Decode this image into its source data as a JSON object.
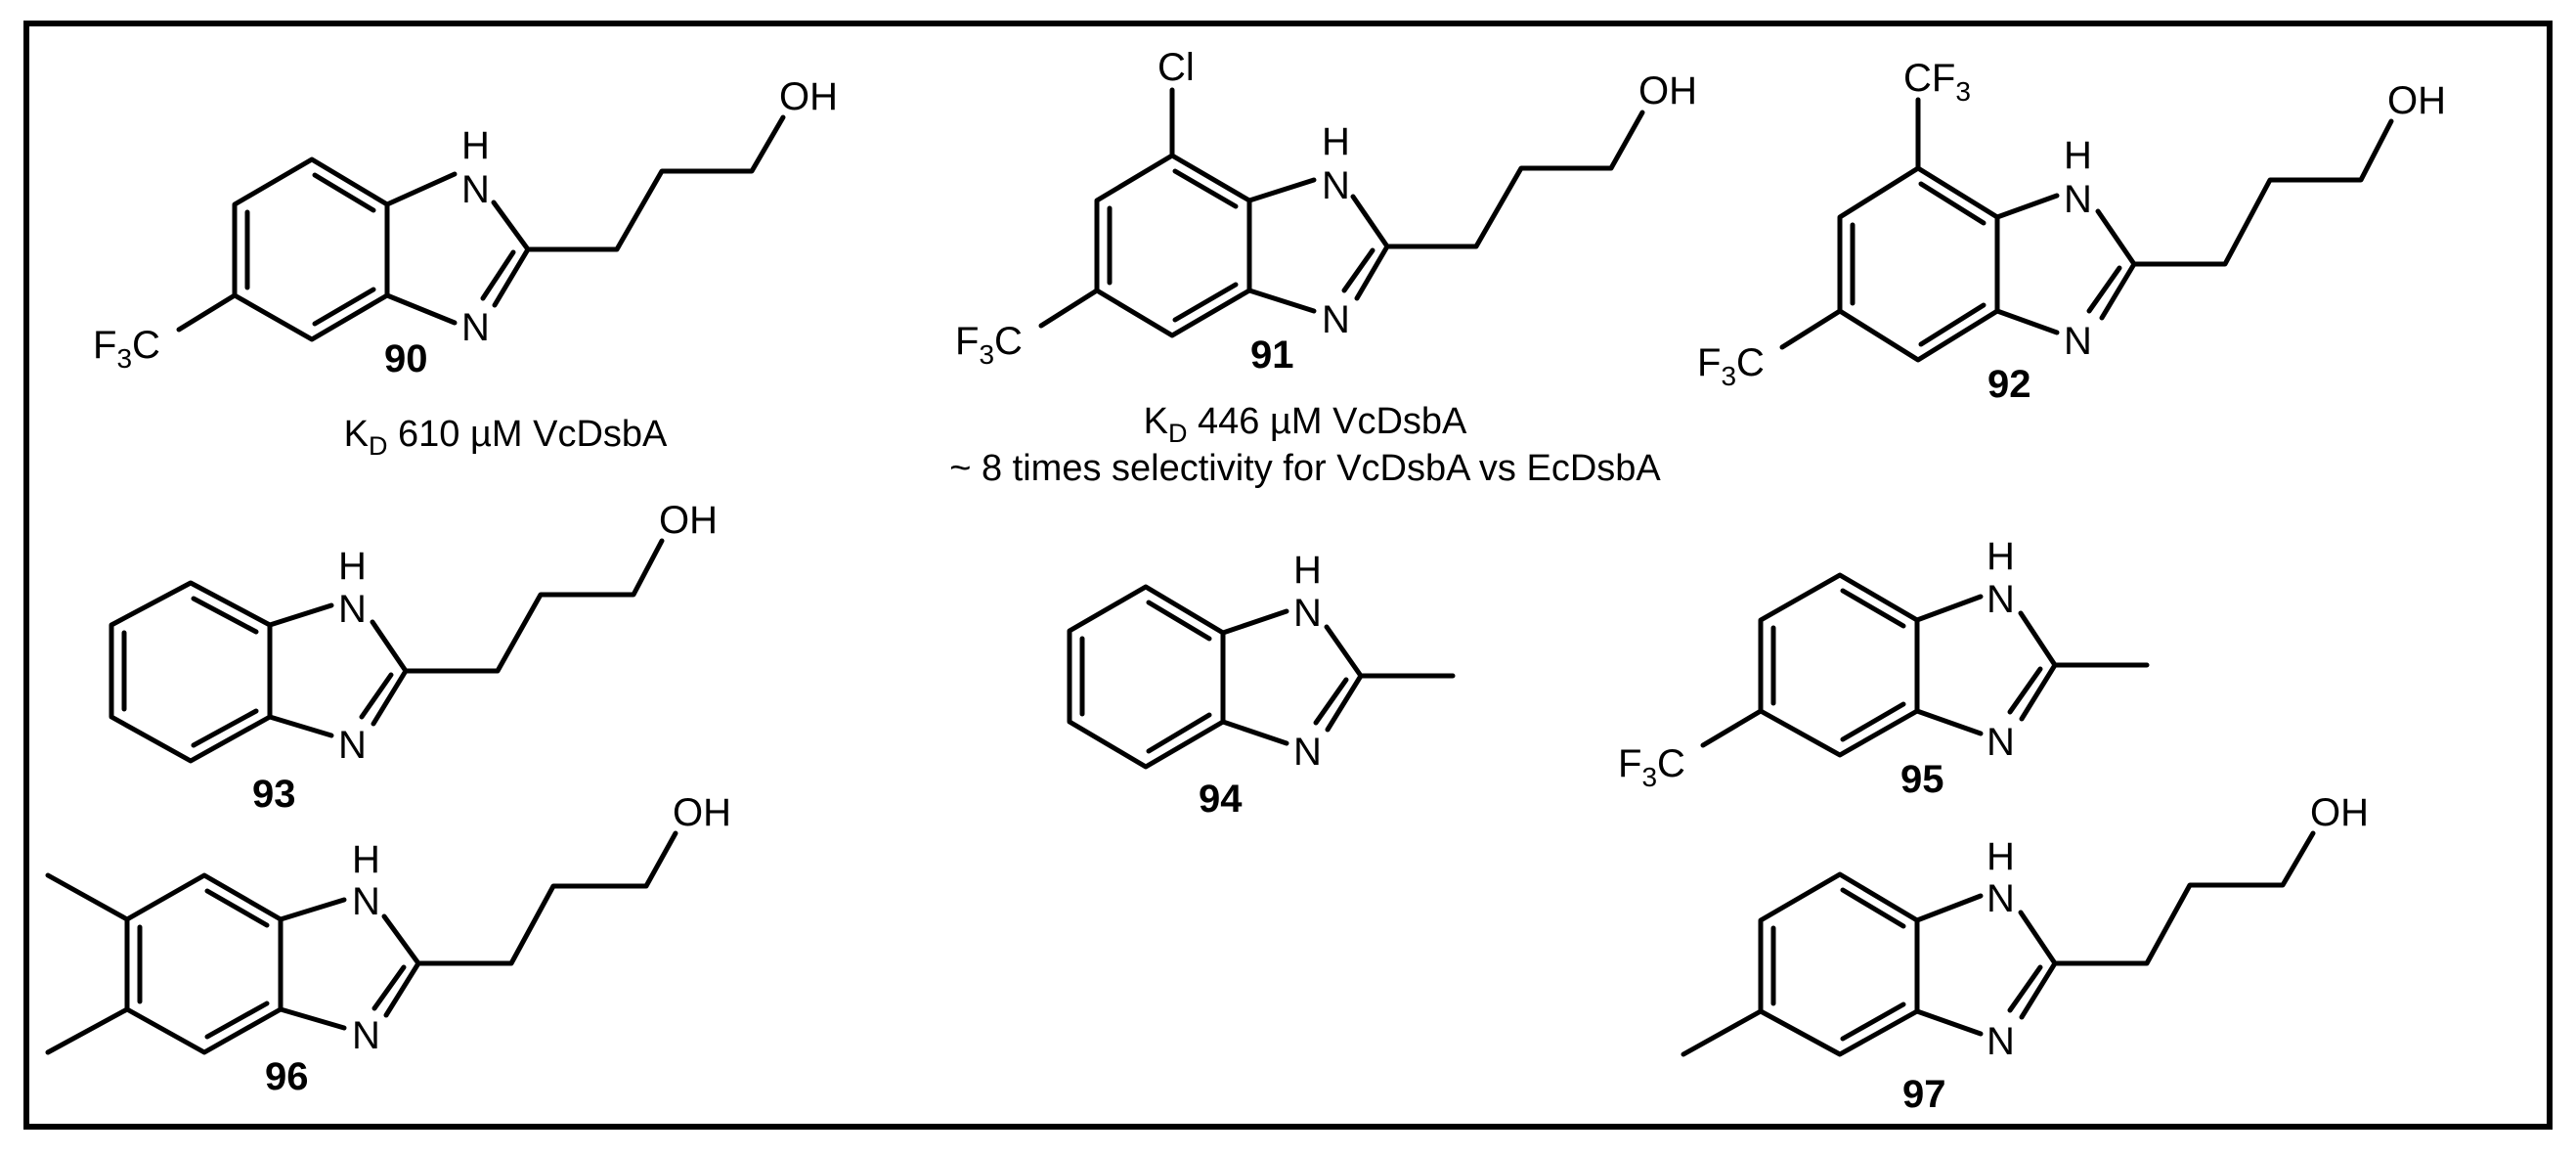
{
  "figure": {
    "type": "chemical-structure-panel",
    "compounds": [
      {
        "id": "90",
        "label": "90",
        "substituents": {
          "c5": "F3C"
        },
        "side_chain": "OH",
        "annotation": {
          "kd_symbol": "K",
          "kd_subscript": "D",
          "kd_value": "610 µM VcDsbA"
        }
      },
      {
        "id": "91",
        "label": "91",
        "substituents": {
          "c5": "F3C",
          "c7": "Cl"
        },
        "side_chain": "OH",
        "annotation": {
          "kd_symbol": "K",
          "kd_subscript": "D",
          "kd_value": "446 µM VcDsbA",
          "note": "~ 8 times selectivity for VcDsbA vs EcDsbA"
        }
      },
      {
        "id": "92",
        "label": "92",
        "substituents": {
          "c5": "F3C",
          "c7": "CF3"
        },
        "side_chain": "OH"
      },
      {
        "id": "93",
        "label": "93",
        "substituents": {},
        "side_chain": "OH"
      },
      {
        "id": "94",
        "label": "94",
        "substituents": {},
        "side_chain": "methyl"
      },
      {
        "id": "95",
        "label": "95",
        "substituents": {
          "c5": "F3C"
        },
        "side_chain": "methyl"
      },
      {
        "id": "96",
        "label": "96",
        "substituents": {
          "c5": "methyl",
          "c6": "methyl"
        },
        "side_chain": "OH"
      },
      {
        "id": "97",
        "label": "97",
        "substituents": {
          "c5": "methyl"
        },
        "side_chain": "OH"
      }
    ],
    "atoms": {
      "h": "H",
      "n": "N",
      "oh": "OH",
      "cl": "Cl",
      "f3c_main": "F",
      "f3c_sub": "3",
      "f3c_tail": "C",
      "cf3_main": "CF",
      "cf3_sub": "3"
    }
  }
}
